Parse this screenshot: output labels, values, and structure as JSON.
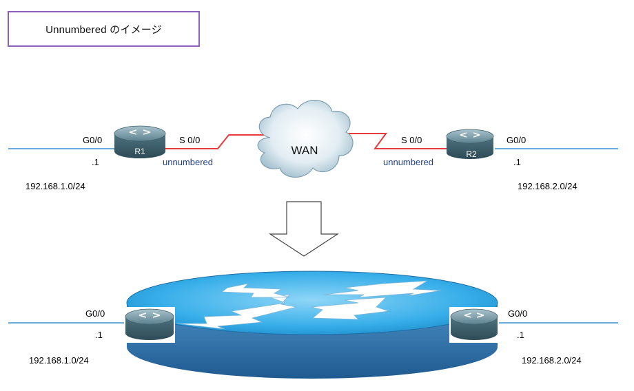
{
  "title": "Unnumbered のイメージ",
  "top": {
    "left_router_name": "R1",
    "right_router_name": "R2",
    "cloud_label": "WAN",
    "left_lan_if": "G0/0",
    "left_lan_host": ".1",
    "left_lan_net": "192.168.1.0/24",
    "left_wan_if": "S 0/0",
    "left_wan_mode": "unnumbered",
    "right_lan_if": "G0/0",
    "right_lan_host": ".1",
    "right_lan_net": "192.168.2.0/24",
    "right_wan_if": "S 0/0",
    "right_wan_mode": "unnumbered"
  },
  "bottom": {
    "left_lan_if": "G0/0",
    "left_lan_host": ".1",
    "left_lan_net": "192.168.1.0/24",
    "right_lan_if": "G0/0",
    "right_lan_host": ".1",
    "right_lan_net": "192.168.2.0/24"
  },
  "colors": {
    "title_border": "#8b5fbf",
    "lan_line": "#3a8fd1",
    "wan_line": "#e83a3a",
    "label_blue": "#1f3f8a",
    "router_body": "#4b6f7e",
    "switch_top": "#33a8e6",
    "switch_side": "#2a6fa8"
  },
  "icons": [
    "router-icon",
    "cloud-icon",
    "down-arrow-icon",
    "layer3-switch-icon"
  ]
}
